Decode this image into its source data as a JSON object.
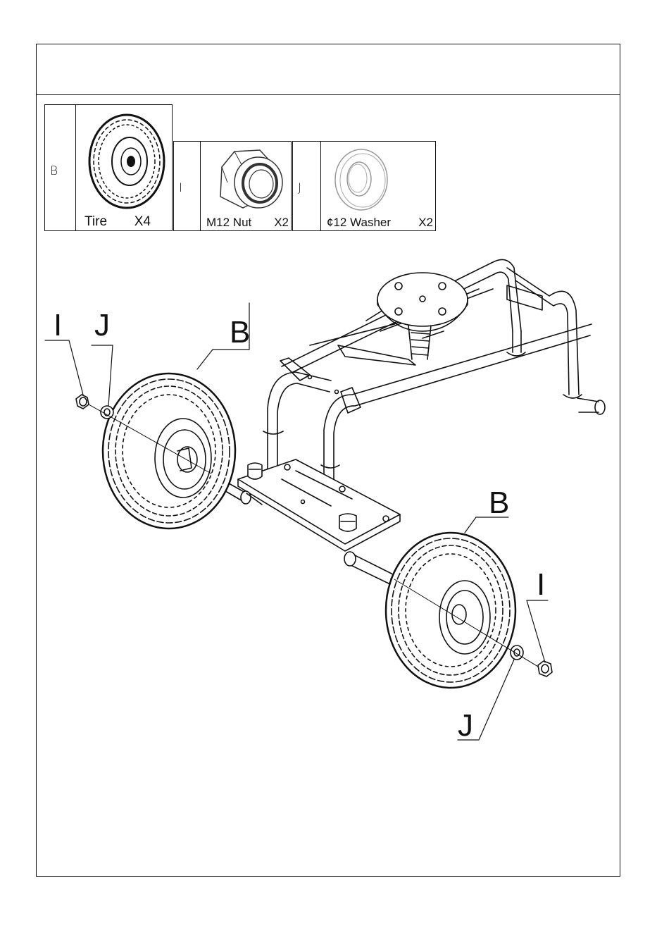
{
  "parts": [
    {
      "id": "B",
      "letter": "B",
      "name": "Tire",
      "qty": "X4"
    },
    {
      "id": "I",
      "letter": "I",
      "name": "M12 Nut",
      "qty": "X2"
    },
    {
      "id": "J",
      "letter": "J",
      "name": "¢12 Washer",
      "qty": "X2"
    }
  ],
  "callouts": {
    "left_nut": "I",
    "left_washer": "J",
    "left_tire": "B",
    "right_tire": "B",
    "right_nut": "I",
    "right_washer": "J"
  },
  "icons": [
    "tire-icon",
    "nut-icon",
    "washer-icon"
  ]
}
